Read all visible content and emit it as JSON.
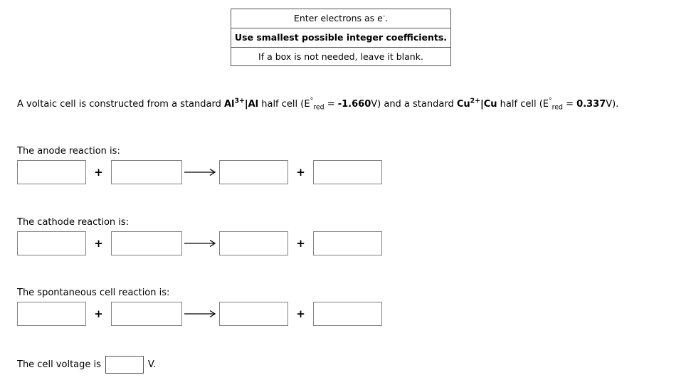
{
  "instructions": {
    "line1": "Enter electrons as e",
    "line1_sup": "-",
    "line1_end": ".",
    "line2": "Use smallest possible integer coefficients.",
    "line3": "If a box is not needed, leave it blank."
  },
  "problem": {
    "part1": "A voltaic cell is constructed from a standard ",
    "species1": "Al",
    "species1_sup": "3+",
    "species1_bar": "|Al",
    "part2": " half cell (E",
    "e_degree": "°",
    "e_sub": "red",
    "part3": " = ",
    "value1": "-1.660",
    "part4": "V) and a standard ",
    "species2": "Cu",
    "species2_sup": "2+",
    "species2_bar": "|Cu",
    "part5": " half cell (E",
    "part6": " = ",
    "value2": "0.337",
    "part7": "V)."
  },
  "sections": [
    {
      "label": "The anode reaction is:",
      "boxes": [
        "",
        "",
        "",
        ""
      ],
      "plus1": "+",
      "plus2": "+",
      "arrow": "⟶"
    },
    {
      "label": "The cathode reaction is:",
      "boxes": [
        "",
        "",
        "",
        ""
      ],
      "plus1": "+",
      "plus2": "+",
      "arrow": "⟶"
    },
    {
      "label": "The spontaneous cell reaction is:",
      "boxes": [
        "",
        "",
        "",
        ""
      ],
      "plus1": "+",
      "plus2": "+",
      "arrow": "⟶"
    }
  ],
  "voltage": {
    "label": "The cell voltage is",
    "value": "",
    "unit": "V."
  }
}
